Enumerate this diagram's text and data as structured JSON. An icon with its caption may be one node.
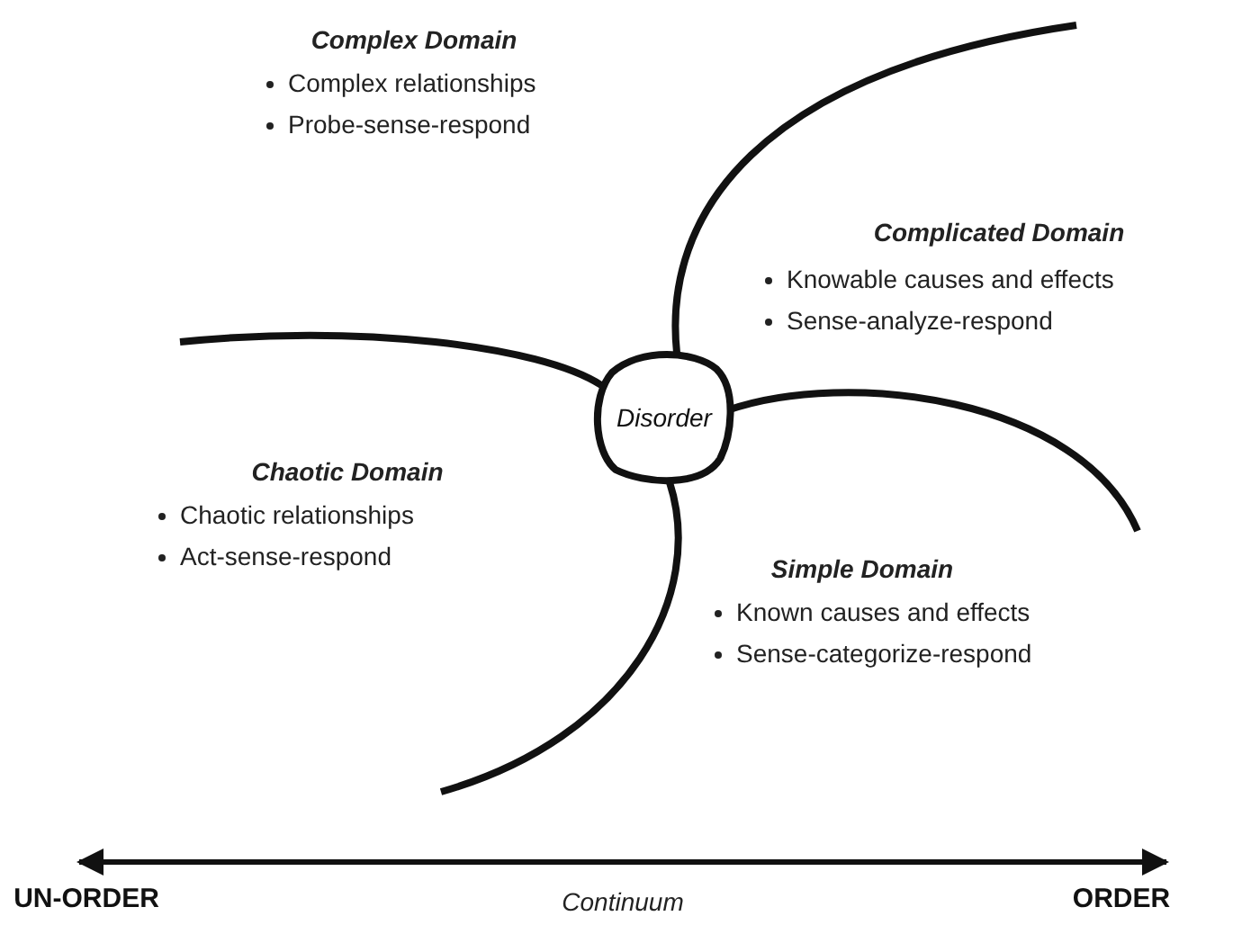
{
  "diagram": {
    "nodes": [
      {
        "text": [
          "Disorder"
        ]
      },
      {
        "text": [
          "UN-ORDER"
        ]
      },
      {
        "text": [
          "ORDER"
        ]
      }
    ],
    "edges": [
      {
        "from": 1,
        "to": 2,
        "arrow": "both",
        "label": "Continuum"
      }
    ],
    "labels": [
      "Complex Domain",
      "Complex relationships",
      "Probe-sense-respond",
      "Complicated Domain",
      "Knowable causes and effects",
      "Sense-analyze-respond",
      "Chaotic Domain",
      "Chaotic relationships",
      "Act-sense-respond",
      "Simple Domain",
      "Known causes and effects",
      "Sense-categorize-respond"
    ]
  }
}
